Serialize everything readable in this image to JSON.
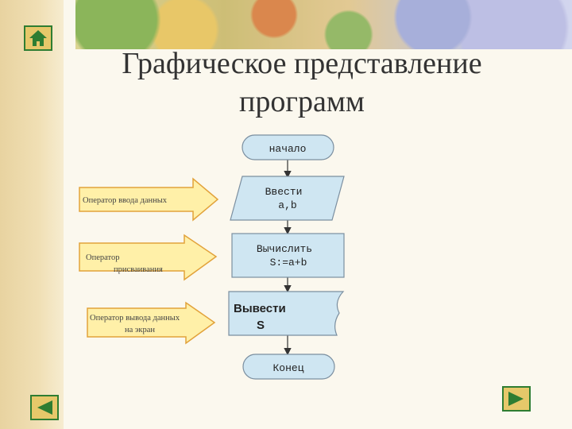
{
  "slide": {
    "title_line1": "Графическое представление",
    "title_line2": "программ"
  },
  "flowchart": {
    "start": "начало",
    "input_line1": "Ввести",
    "input_line2": "a,b",
    "process_line1": "Вычислить",
    "process_line2": "S:=a+b",
    "output_line1": "Вывести",
    "output_line2": "S",
    "end": "Конец"
  },
  "callouts": {
    "input_label": "Оператор ввода данных",
    "assign_line1": "Оператор",
    "assign_line2": "присваивания",
    "output_line1": "Оператор вывода данных",
    "output_line2": "на экран"
  },
  "nav": {
    "home_icon": "home-icon",
    "prev_icon": "triangle-left-icon",
    "next_icon": "triangle-right-icon"
  },
  "colors": {
    "shape_fill": "#cfe6f2",
    "shape_stroke": "#7b8fa0",
    "arrow_fill": "#fff0a8",
    "arrow_stroke": "#e2a23a",
    "nav_border": "#2e7d32",
    "nav_fill": "#e6c86a"
  }
}
